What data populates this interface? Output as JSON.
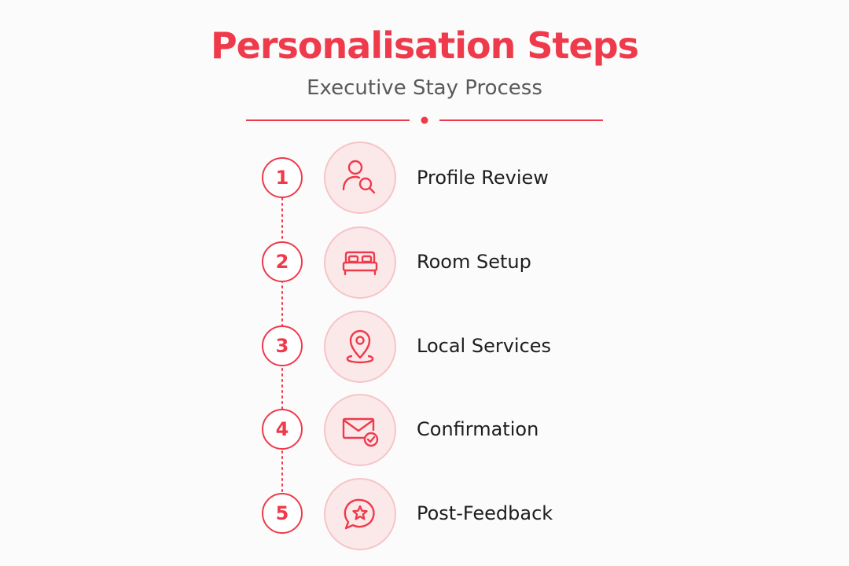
{
  "header": {
    "title": "Personalisation Steps",
    "subtitle": "Executive Stay Process"
  },
  "colors": {
    "accent": "#ee3a4a",
    "subtitle": "#5a5a5a",
    "label": "#1d1d1d",
    "icon_fill": "#fbe9ea",
    "icon_border": "#f6c4c8"
  },
  "steps": [
    {
      "number": "1",
      "label": "Profile Review",
      "icon": "user-search-icon"
    },
    {
      "number": "2",
      "label": "Room Setup",
      "icon": "bed-icon"
    },
    {
      "number": "3",
      "label": "Local Services",
      "icon": "map-pin-icon"
    },
    {
      "number": "4",
      "label": "Confirmation",
      "icon": "mail-check-icon"
    },
    {
      "number": "5",
      "label": "Post-Feedback",
      "icon": "star-chat-icon"
    }
  ]
}
